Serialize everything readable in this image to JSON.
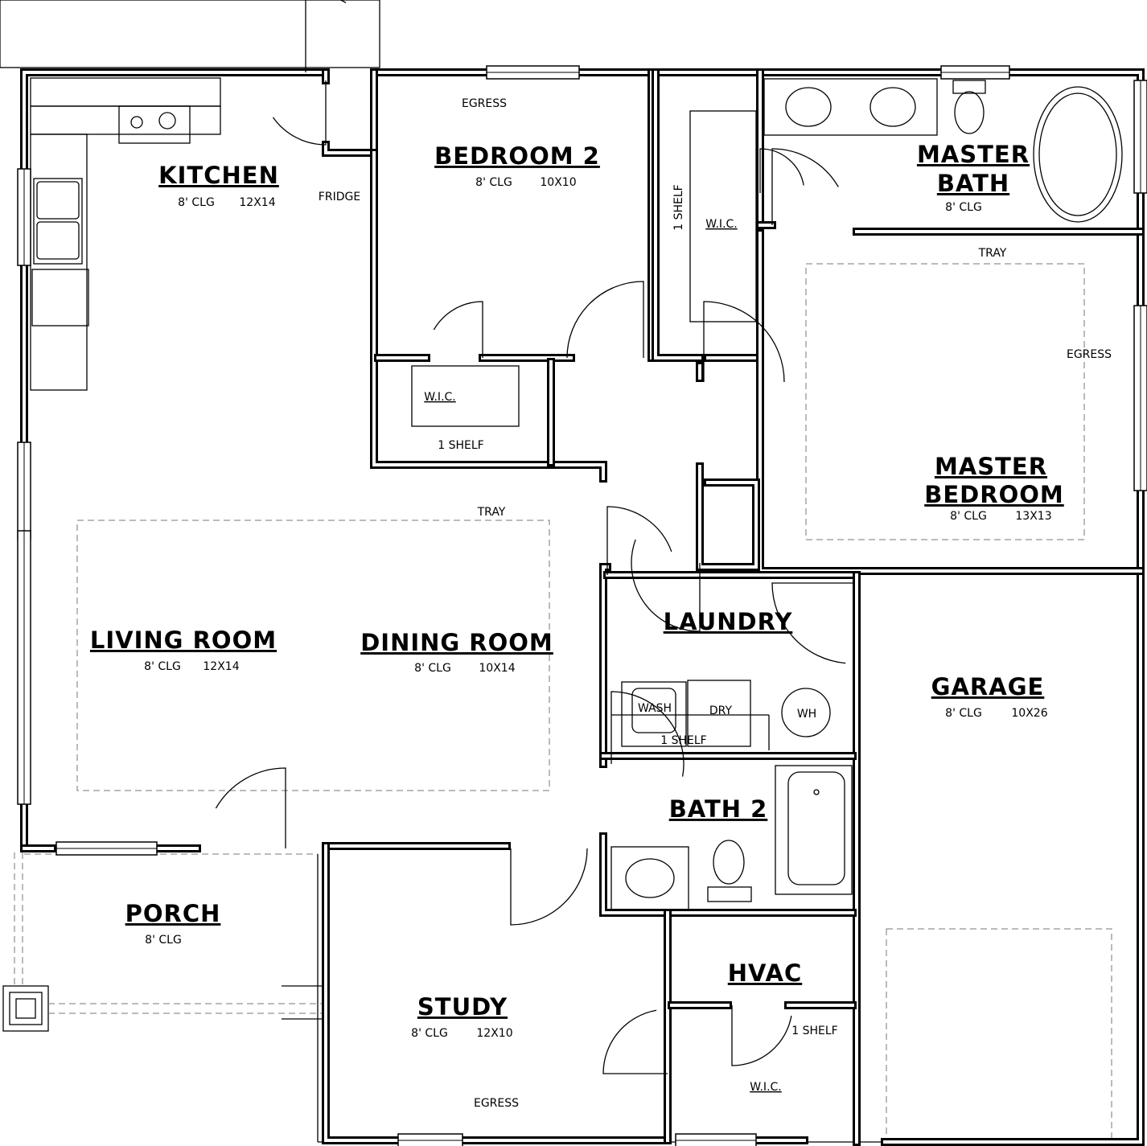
{
  "rooms": {
    "kitchen": {
      "name": "KITCHEN",
      "ceiling": "8' CLG",
      "size": "12X14"
    },
    "bedroom2": {
      "name": "BEDROOM 2",
      "ceiling": "8' CLG",
      "size": "10X10"
    },
    "master_bath": {
      "name_line1": "MASTER",
      "name_line2": "BATH",
      "ceiling": "8' CLG"
    },
    "master_bedroom": {
      "name_line1": "MASTER",
      "name_line2": "BEDROOM",
      "ceiling": "8' CLG",
      "size": "13X13"
    },
    "living_room": {
      "name": "LIVING ROOM",
      "ceiling": "8' CLG",
      "size": "12X14"
    },
    "dining_room": {
      "name": "DINING ROOM",
      "ceiling": "8' CLG",
      "size": "10X14"
    },
    "laundry": {
      "name": "LAUNDRY"
    },
    "garage": {
      "name": "GARAGE",
      "ceiling": "8' CLG",
      "size": "10X26"
    },
    "bath2": {
      "name": "BATH 2"
    },
    "porch": {
      "name": "PORCH",
      "ceiling": "8' CLG"
    },
    "hvac": {
      "name": "HVAC"
    },
    "study": {
      "name": "STUDY",
      "ceiling": "8' CLG",
      "size": "12X10"
    }
  },
  "notes": {
    "egress_bedroom2": "EGRESS",
    "egress_master": "EGRESS",
    "egress_study": "EGRESS",
    "fridge": "FRIDGE",
    "tray_master": "TRAY",
    "tray_living": "TRAY",
    "wic_bedroom2": "W.I.C.",
    "wic_master": "W.I.C.",
    "wic_study": "W.I.C.",
    "shelf_bedroom2": "1 SHELF",
    "shelf_master": "1 SHELF",
    "shelf_study": "1 SHELF",
    "shelf_laundry": "1 SHELF",
    "washer": "WASH",
    "dryer": "DRY",
    "water_heater": "WH"
  }
}
